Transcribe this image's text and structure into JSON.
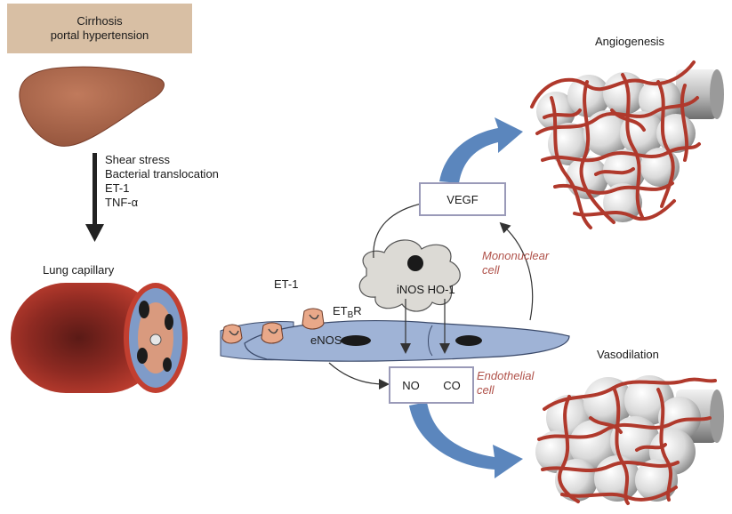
{
  "header": {
    "line1": "Cirrhosis",
    "line2": "portal hypertension"
  },
  "factors": [
    "Shear stress",
    "Bacterial translocation",
    "ET-1",
    "TNF-α"
  ],
  "labels": {
    "lung_capillary": "Lung capillary",
    "et1": "ET-1",
    "etbr_prefix": "ET",
    "etbr_sub": "B",
    "etbr_suffix": "R",
    "enos": "eNOS",
    "inos_ho1": "iNOS HO-1",
    "vegf": "VEGF",
    "no": "NO",
    "co": "CO",
    "mononuclear_line1": "Mononuclear",
    "mononuclear_line2": "cell",
    "endothelial_line1": "Endothelial",
    "endothelial_line2": "cell",
    "angiogenesis": "Angiogenesis",
    "vasodilation": "Vasodilation"
  },
  "colors": {
    "header_bg": "#d8bfa4",
    "liver": "#a8644a",
    "vessel": "#b23a2e",
    "endothelium": "#9fb3d6",
    "blue_arrow": "#5b86bd",
    "box_border": "#9a9ab8",
    "italic_label": "#b0524a",
    "capillary_mesh": "#b0392c"
  }
}
